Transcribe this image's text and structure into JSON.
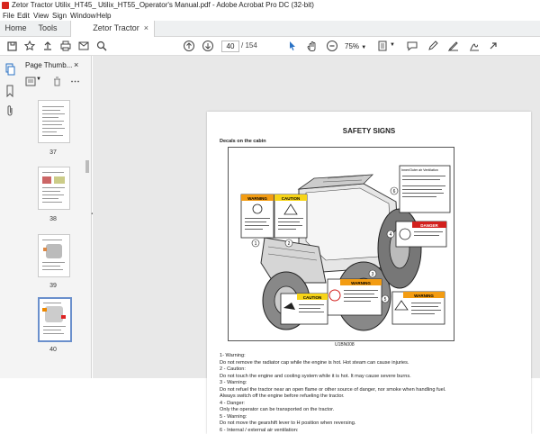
{
  "window": {
    "title": "Zetor Tractor Utilix_HT45_ Utilix_HT55_Operator's Manual.pdf - Adobe Acrobat Pro DC (32-bit)"
  },
  "menu": [
    "File",
    "Edit",
    "View",
    "Sign",
    "Window",
    "Help"
  ],
  "tabs": {
    "home": "Home",
    "tools": "Tools",
    "document": "Zetor Tractor Utilix_...",
    "close": "×"
  },
  "toolbar": {
    "page_current": "40",
    "page_total": "/ 154",
    "zoom": "75%"
  },
  "panel": {
    "title": "Page Thumb...",
    "close": "×",
    "thumbnails": [
      {
        "label": "37"
      },
      {
        "label": "38"
      },
      {
        "label": "39"
      },
      {
        "label": "40"
      }
    ]
  },
  "page": {
    "heading": "SAFETY SIGNS",
    "subheading": "Decals on the cabin",
    "figure_id": "U1BN008",
    "decals": {
      "warning": "WARNING",
      "caution": "CAUTION",
      "danger": "DANGER",
      "ventilation_title": "Inner/Outer air Ventilation",
      "callouts": [
        "1",
        "2",
        "3",
        "4",
        "5",
        "6"
      ]
    },
    "lines": [
      "1- Warning:",
      "Do not remove the radiator cap while the engine is hot. Hot steam can cause injuries.",
      "2 - Caution:",
      "Do not touch the engine and cooling system while it is hot. It may cause severe burns.",
      "3 - Warning:",
      "Do not refuel the tractor near an open flame or other source of danger, nor smoke when handling fuel.",
      "Always switch off the engine before refueling the tractor.",
      "4 - Danger:",
      "Only the operator can be transported on the tractor.",
      "5 - Warning:",
      "Do not move the gearshift lever to H position when reversing.",
      "6 - Internal / external air ventilation:"
    ]
  }
}
